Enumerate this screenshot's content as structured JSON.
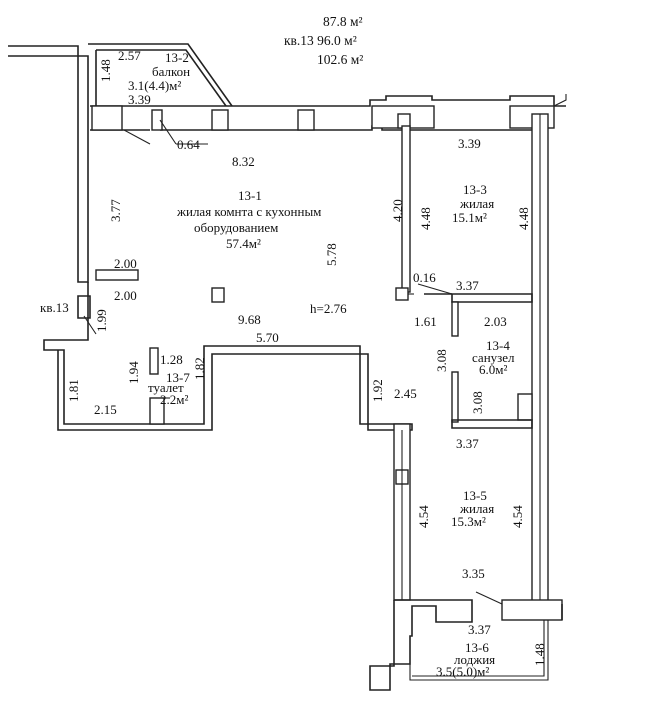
{
  "header": {
    "area_living": "87.8 м²",
    "area_total": "кв.13 96.0 м²",
    "area_with_balcony": "102.6 м²"
  },
  "rooms": {
    "r13_1": {
      "id": "13-1",
      "name_line1": "жилая комнта с кухонным",
      "name_line2": "оборудованием",
      "area": "57.4м²"
    },
    "r13_2": {
      "id": "13-2",
      "name": "балкон",
      "area": "3.1(4.4)м²"
    },
    "r13_3": {
      "id": "13-3",
      "name": "жилая",
      "area": "15.1м²"
    },
    "r13_4": {
      "id": "13-4",
      "name": "санузел",
      "area": "6.0м²"
    },
    "r13_5": {
      "id": "13-5",
      "name": "жилая",
      "area": "15.3м²"
    },
    "r13_6": {
      "id": "13-6",
      "name": "лоджия",
      "area": "3.5(5.0)м²"
    },
    "r13_7": {
      "id": "13-7",
      "name": "туалет",
      "area": "2.2м²"
    }
  },
  "neighbor_label": "кв.13",
  "ceiling_height": "h=2.76",
  "dimensions": {
    "d_2_57": "2.57",
    "d_1_48_top": "1.48",
    "d_3_39_balcony": "3.39",
    "d_0_64": "0.64",
    "d_8_32": "8.32",
    "d_3_77": "3.77",
    "d_5_78": "5.78",
    "d_2_00_a": "2.00",
    "d_2_00_b": "2.00",
    "d_9_68": "9.68",
    "d_1_99": "1.99",
    "d_5_70": "5.70",
    "d_1_28": "1.28",
    "d_1_82": "1.82",
    "d_1_94": "1.94",
    "d_1_81": "1.81",
    "d_2_15": "2.15",
    "d_3_39_room": "3.39",
    "d_4_20": "4.20",
    "d_4_48_left": "4.48",
    "d_4_48_right": "4.48",
    "d_0_16": "0.16",
    "d_3_37_top": "3.37",
    "d_1_61": "1.61",
    "d_2_03": "2.03",
    "d_3_08_left": "3.08",
    "d_3_08_right": "3.08",
    "d_1_92": "1.92",
    "d_2_45": "2.45",
    "d_3_37_mid": "3.37",
    "d_4_54_left": "4.54",
    "d_4_54_right": "4.54",
    "d_3_35": "3.35",
    "d_3_37_bottom": "3.37",
    "d_1_48_bottom": "1.48"
  }
}
